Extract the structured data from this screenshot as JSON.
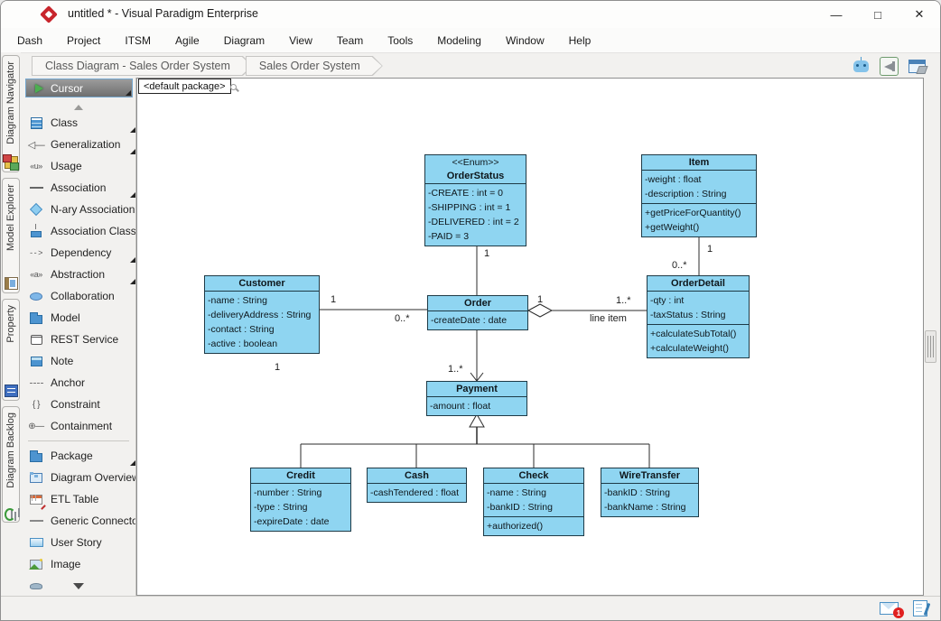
{
  "window": {
    "title": "untitled * - Visual Paradigm Enterprise",
    "controls": {
      "minimize": "—",
      "maximize": "□",
      "close": "✕"
    }
  },
  "menu": {
    "items": [
      "Dash",
      "Project",
      "ITSM",
      "Agile",
      "Diagram",
      "View",
      "Team",
      "Tools",
      "Modeling",
      "Window",
      "Help"
    ]
  },
  "breadcrumb": {
    "items": [
      "Class Diagram - Sales Order System",
      "Sales Order System"
    ]
  },
  "toolbar_icons": [
    {
      "name": "robot-assistant-icon"
    },
    {
      "name": "megaphone-icon"
    },
    {
      "name": "diagram-layers-icon"
    }
  ],
  "side_tabs": [
    {
      "label": "Diagram Navigator",
      "icon": "diagram-navigator-icon"
    },
    {
      "label": "Model Explorer",
      "icon": "model-explorer-icon"
    },
    {
      "label": "Property",
      "icon": "property-icon"
    },
    {
      "label": "Diagram Backlog",
      "icon": "diagram-backlog-icon"
    }
  ],
  "palette": {
    "cursor_label": "Cursor",
    "items": [
      {
        "label": "Class",
        "icon": "class-icon",
        "flyout": true
      },
      {
        "label": "Generalization",
        "icon": "generalization-icon",
        "flyout": true
      },
      {
        "label": "Usage",
        "icon": "usage-icon",
        "flyout": false
      },
      {
        "label": "Association",
        "icon": "association-icon",
        "flyout": true
      },
      {
        "label": "N-ary Association",
        "icon": "nary-association-icon",
        "flyout": false
      },
      {
        "label": "Association Class",
        "icon": "association-class-icon",
        "flyout": false
      },
      {
        "label": "Dependency",
        "icon": "dependency-icon",
        "flyout": true
      },
      {
        "label": "Abstraction",
        "icon": "abstraction-icon",
        "flyout": true
      },
      {
        "label": "Collaboration",
        "icon": "collaboration-icon",
        "flyout": false
      },
      {
        "label": "Model",
        "icon": "model-icon",
        "flyout": false
      },
      {
        "label": "REST Service",
        "icon": "rest-service-icon",
        "flyout": false
      },
      {
        "label": "Note",
        "icon": "note-icon",
        "flyout": false
      },
      {
        "label": "Anchor",
        "icon": "anchor-icon",
        "flyout": false
      },
      {
        "label": "Constraint",
        "icon": "constraint-icon",
        "flyout": false
      },
      {
        "label": "Containment",
        "icon": "containment-icon",
        "flyout": false
      },
      {
        "label": "Package",
        "icon": "package-icon",
        "flyout": true
      },
      {
        "label": "Diagram Overview",
        "icon": "diagram-overview-icon",
        "flyout": false
      },
      {
        "label": "ETL Table",
        "icon": "etl-table-icon",
        "flyout": false
      },
      {
        "label": "Generic Connector",
        "icon": "generic-connector-icon",
        "flyout": false
      },
      {
        "label": "User Story",
        "icon": "user-story-icon",
        "flyout": false
      },
      {
        "label": "Image",
        "icon": "image-icon",
        "flyout": false
      }
    ],
    "glyphs": {
      "usage": "«u»",
      "dependency": "- - >",
      "abstraction": "«a»",
      "constraint": "{ }",
      "containment": "⊕—"
    }
  },
  "canvas": {
    "package_label": "<default package>"
  },
  "diagram": {
    "classes": [
      {
        "stereotype": "<<Enum>>",
        "name": "OrderStatus",
        "attributes": [
          "-CREATE : int = 0",
          "-SHIPPING : int = 1",
          "-DELIVERED : int = 2",
          "-PAID = 3"
        ],
        "operations": []
      },
      {
        "name": "Item",
        "attributes": [
          "-weight : float",
          "-description : String"
        ],
        "operations": [
          "+getPriceForQuantity()",
          "+getWeight()"
        ]
      },
      {
        "name": "Customer",
        "attributes": [
          "-name : String",
          "-deliveryAddress : String",
          "-contact : String",
          "-active : boolean"
        ],
        "operations": []
      },
      {
        "name": "Order",
        "attributes": [
          "-createDate : date"
        ],
        "operations": []
      },
      {
        "name": "OrderDetail",
        "attributes": [
          "-qty : int",
          "-taxStatus : String"
        ],
        "operations": [
          "+calculateSubTotal()",
          "+calculateWeight()"
        ]
      },
      {
        "name": "Payment",
        "attributes": [
          "-amount : float"
        ],
        "operations": []
      },
      {
        "name": "Credit",
        "attributes": [
          "-number : String",
          "-type : String",
          "-expireDate : date"
        ],
        "operations": []
      },
      {
        "name": "Cash",
        "attributes": [
          "-cashTendered : float"
        ],
        "operations": []
      },
      {
        "name": "Check",
        "attributes": [
          "-name : String",
          "-bankID : String"
        ],
        "operations": [
          "+authorized()"
        ]
      },
      {
        "name": "WireTransfer",
        "attributes": [
          "-bankID : String",
          "-bankName : String"
        ],
        "operations": []
      }
    ],
    "labels": [
      {
        "text": "1"
      },
      {
        "text": "1"
      },
      {
        "text": "0..*"
      },
      {
        "text": "1"
      },
      {
        "text": "1..*"
      },
      {
        "text": "line item"
      },
      {
        "text": "1"
      },
      {
        "text": "0..*"
      },
      {
        "text": "1..*"
      },
      {
        "text": "1"
      }
    ],
    "colors": {
      "class_fill": "#8FD5F1",
      "class_border": "#1E3A46",
      "connector": "#2B2B2B"
    }
  },
  "statusbar": {
    "message_badge": "1"
  }
}
